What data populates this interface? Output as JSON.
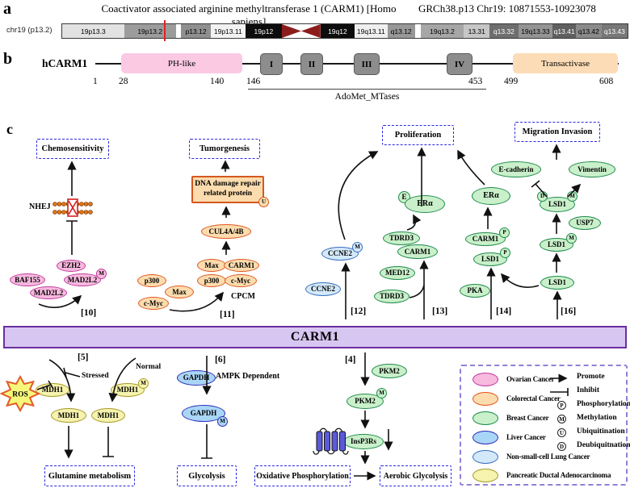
{
  "panel_a": {
    "label": "a",
    "title": "Coactivator associated arginine methyltransferase 1 (CARM1) [Homo sapiens]",
    "assembly": "GRCh38.p13 Chr19: 10871553-10923078",
    "chromosome_label": "chr19 (p13.2)",
    "bands": [
      {
        "name": "19p13.3",
        "bg": "#e2e2e2",
        "fg": "#000000"
      },
      {
        "name": "19p13.2",
        "bg": "#9c9c9c",
        "fg": "#000000"
      },
      {
        "name": "",
        "bg": "#ffffff",
        "fg": "#000000"
      },
      {
        "name": "p13.12",
        "bg": "#8f8f8f",
        "fg": "#000000"
      },
      {
        "name": "19p13.11",
        "bg": "#f2f2f2",
        "fg": "#000000"
      },
      {
        "name": "19p12",
        "bg": "#0d0d0d",
        "fg": "#ffffff"
      },
      {
        "name": "",
        "bg": "#ffffff",
        "fg": "#000000"
      },
      {
        "name": "19q12",
        "bg": "#0d0d0d",
        "fg": "#ffffff"
      },
      {
        "name": "19q13.11",
        "bg": "#efefef",
        "fg": "#000000"
      },
      {
        "name": "q13.12",
        "bg": "#989898",
        "fg": "#000000"
      },
      {
        "name": "",
        "bg": "#ffffff",
        "fg": "#000000"
      },
      {
        "name": "19q13.2",
        "bg": "#a6a6a6",
        "fg": "#000000"
      },
      {
        "name": "13.31",
        "bg": "#c6c6c6",
        "fg": "#000000"
      },
      {
        "name": "q13.32",
        "bg": "#6e6e6e",
        "fg": "#ffffff"
      },
      {
        "name": "19q13.33",
        "bg": "#949494",
        "fg": "#000000"
      },
      {
        "name": "q13.41",
        "bg": "#5f5f5f",
        "fg": "#ffffff"
      },
      {
        "name": "q13.42",
        "bg": "#8a8a8a",
        "fg": "#000000"
      },
      {
        "name": "q13.43",
        "bg": "#777777",
        "fg": "#ffffff"
      }
    ]
  },
  "panel_b": {
    "label": "b",
    "protein": "hCARM1",
    "domains": {
      "ph": "PH-like",
      "m1": "I",
      "m2": "II",
      "m3": "III",
      "m4": "IV",
      "trans": "Transactivase"
    },
    "positions": [
      "1",
      "28",
      "140",
      "146",
      "453",
      "499",
      "608"
    ],
    "region": "AdoMet_MTases"
  },
  "panel_c": {
    "label": "c",
    "banner": "CARM1",
    "hallmarks": {
      "chemo": "Chemosensitivity",
      "tumor": "Tumorgenesis",
      "prolif": "Proliferation",
      "migration": "Migration Invasion",
      "glutamine": "Glutamine metabolism",
      "glycolysis": "Glycolysis",
      "oxphos": "Oxidative Phosphorylation",
      "aerobic": "Aerobic Glycolysis"
    },
    "labels": {
      "ezh2": "EZH2",
      "mad2l2": "MAD2L2",
      "baf155": "BAF155",
      "cul4ab": "CUL4A/4B",
      "max": "Max",
      "carm1": "CARM1",
      "p300": "p300",
      "cmyc": "c-Myc",
      "ccne2": "CCNE2",
      "tdrd3": "TDRD3",
      "era": "ERα",
      "e": "E",
      "med12": "MED12",
      "lsd1": "LSD1",
      "pka": "PKA",
      "usp7": "USP7",
      "ecadherin": "E-cadherin",
      "vimentin": "Vimentin",
      "ros": "ROS",
      "mdh1": "MDH1",
      "gapdh": "GAPDH",
      "pkm2": "PKM2",
      "insp3rs": "InsP3Rs"
    },
    "badges": {
      "m": "M",
      "p": "P",
      "u": "U",
      "d": "D"
    },
    "texts": {
      "nhej": "NHEJ",
      "repair_box": "DNA damage repair related protein",
      "cpcm": "CPCM",
      "stressed": "Stressed",
      "normal": "Normal",
      "ampk": "AMPK Dependent"
    },
    "refs": {
      "r10": "[10]",
      "r11": "[11]",
      "r12": "[12]",
      "r13": "[13]",
      "r14": "[14]",
      "r16": "[16]",
      "r5": "[5]",
      "r6": "[6]",
      "r4": "[4]"
    }
  },
  "legend": {
    "cancers": [
      {
        "label": "Ovarian Cancer",
        "fill": "#f8b9de",
        "stroke": "#c13a9e"
      },
      {
        "label": "Colorectal Cancer",
        "fill": "#fcdcae",
        "stroke": "#e0561f"
      },
      {
        "label": "Breast Cancer",
        "fill": "#c9f0ca",
        "stroke": "#1f8a4c"
      },
      {
        "label": "Liver Cancer",
        "fill": "#a9d6f7",
        "stroke": "#2c2cb8"
      },
      {
        "label": "Non-small-cell Lung Cancer",
        "fill": "#d3e9fa",
        "stroke": "#3a6fc0"
      },
      {
        "label": "Pancreatic Ductal Adenocarcinoma",
        "fill": "#f5f3ae",
        "stroke": "#a89b2a"
      }
    ],
    "marks": [
      {
        "label": "Promote"
      },
      {
        "label": "Inhibit"
      },
      {
        "letter": "P",
        "label": "Phosphorylation"
      },
      {
        "letter": "M",
        "label": "Methylation"
      },
      {
        "letter": "U",
        "label": "Ubiquitination"
      },
      {
        "letter": "D",
        "label": "Deubiquitnation"
      }
    ]
  },
  "colors": {
    "banner_fill": "#d8c6f2",
    "banner_border": "#6a2fa0",
    "hallmark_border": "#2a2ae0",
    "legend_border": "#9080d8",
    "locus_marker": "#e32222",
    "centromere": "#8c1c1c",
    "dna_bead": "#e07818",
    "membrane_helix": "#5b5bd6"
  }
}
